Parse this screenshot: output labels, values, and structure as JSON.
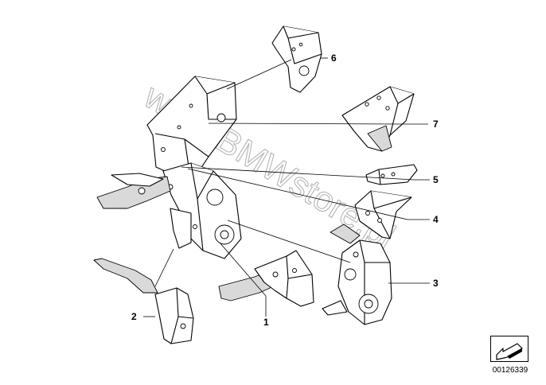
{
  "watermark": "www.BMWstore.pl",
  "callouts": [
    {
      "id": "1",
      "label": "1"
    },
    {
      "id": "2",
      "label": "2"
    },
    {
      "id": "3",
      "label": "3"
    },
    {
      "id": "4",
      "label": "4"
    },
    {
      "id": "5",
      "label": "5"
    },
    {
      "id": "6",
      "label": "6"
    },
    {
      "id": "7",
      "label": "7"
    }
  ],
  "document_number": "00126339",
  "colors": {
    "line": "#000000",
    "shading": "#d9d9d9",
    "watermark": "#b5b5b5",
    "background": "#ffffff"
  },
  "icons": {
    "badge": "arrow-badge-icon"
  }
}
